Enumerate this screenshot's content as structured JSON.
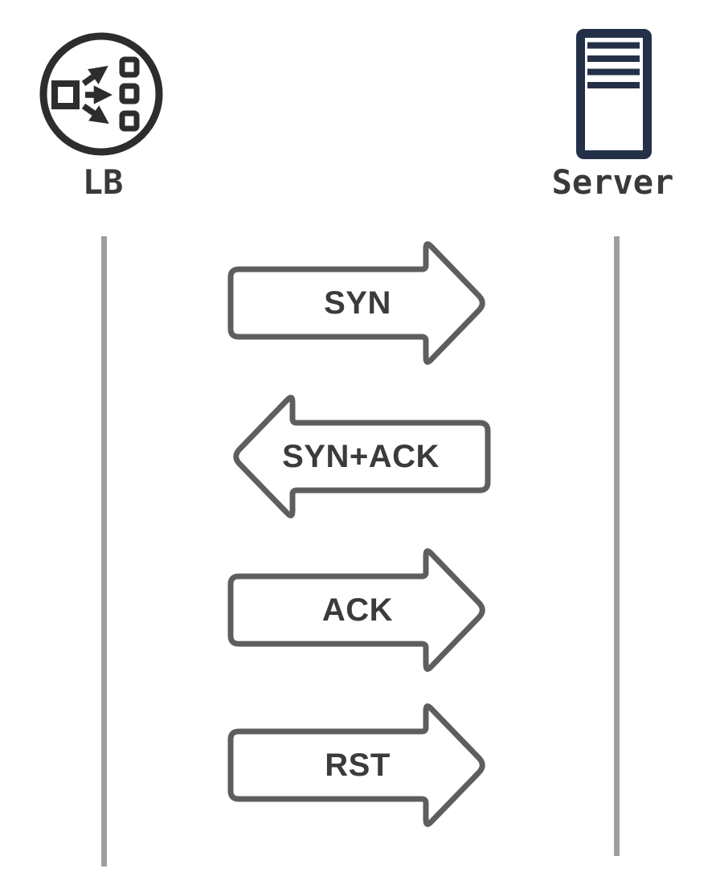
{
  "actors": [
    {
      "label": "LB",
      "icon": "load-balancer-icon"
    },
    {
      "label": "Server",
      "icon": "server-icon"
    }
  ],
  "messages": [
    {
      "label": "SYN",
      "from": "LB",
      "to": "Server",
      "direction": "right"
    },
    {
      "label": "SYN+ACK",
      "from": "Server",
      "to": "LB",
      "direction": "left"
    },
    {
      "label": "ACK",
      "from": "LB",
      "to": "Server",
      "direction": "right"
    },
    {
      "label": "RST",
      "from": "LB",
      "to": "Server",
      "direction": "right"
    }
  ],
  "colors": {
    "background": "#ffffff",
    "lb_icon": "#2d2d2d",
    "server_icon": "#233048",
    "actor_label": "#3a3a3a",
    "arrow_outline": "#5e5e5e",
    "arrow_fill": "#ffffff",
    "arrow_label": "#3b3b3b",
    "lifeline": "#9e9e9e"
  }
}
